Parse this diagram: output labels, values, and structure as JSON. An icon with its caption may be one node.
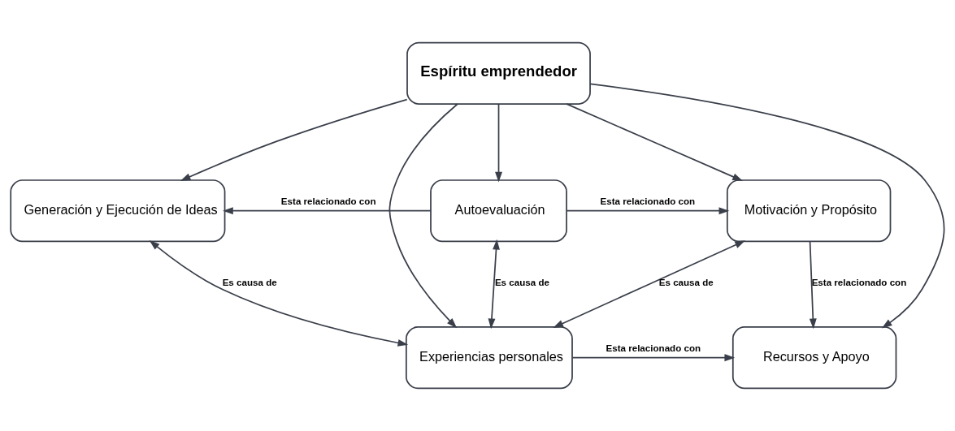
{
  "diagram": {
    "nodes": [
      {
        "text": [
          "Espíritu emprendedor"
        ]
      },
      {
        "text": [
          "Generación y Ejecución de Ideas"
        ]
      },
      {
        "text": [
          "Autoevaluación"
        ]
      },
      {
        "text": [
          "Motivación y Propósito"
        ]
      },
      {
        "text": [
          "Experiencias personales"
        ]
      },
      {
        "text": [
          "Recursos y Apoyo"
        ]
      }
    ],
    "edges": [
      {
        "from": 0,
        "to": 1,
        "arrow": "to"
      },
      {
        "from": 0,
        "to": 2,
        "arrow": "to"
      },
      {
        "from": 0,
        "to": 3,
        "arrow": "to"
      },
      {
        "from": 0,
        "to": 4,
        "arrow": "to"
      },
      {
        "from": 0,
        "to": 5,
        "arrow": "to"
      },
      {
        "from": 2,
        "to": 1,
        "arrow": "to",
        "label": "Esta relacionado con"
      },
      {
        "from": 2,
        "to": 3,
        "arrow": "to",
        "label": "Esta relacionado con"
      },
      {
        "from": 1,
        "to": 4,
        "arrow": "both",
        "label": "Es causa de"
      },
      {
        "from": 2,
        "to": 4,
        "arrow": "both",
        "label": "Es causa de"
      },
      {
        "from": 3,
        "to": 4,
        "arrow": "both",
        "label": "Es causa de"
      },
      {
        "from": 3,
        "to": 5,
        "arrow": "to",
        "label": "Esta relacionado con"
      },
      {
        "from": 4,
        "to": 5,
        "arrow": "to",
        "label": "Esta relacionado con"
      }
    ]
  }
}
